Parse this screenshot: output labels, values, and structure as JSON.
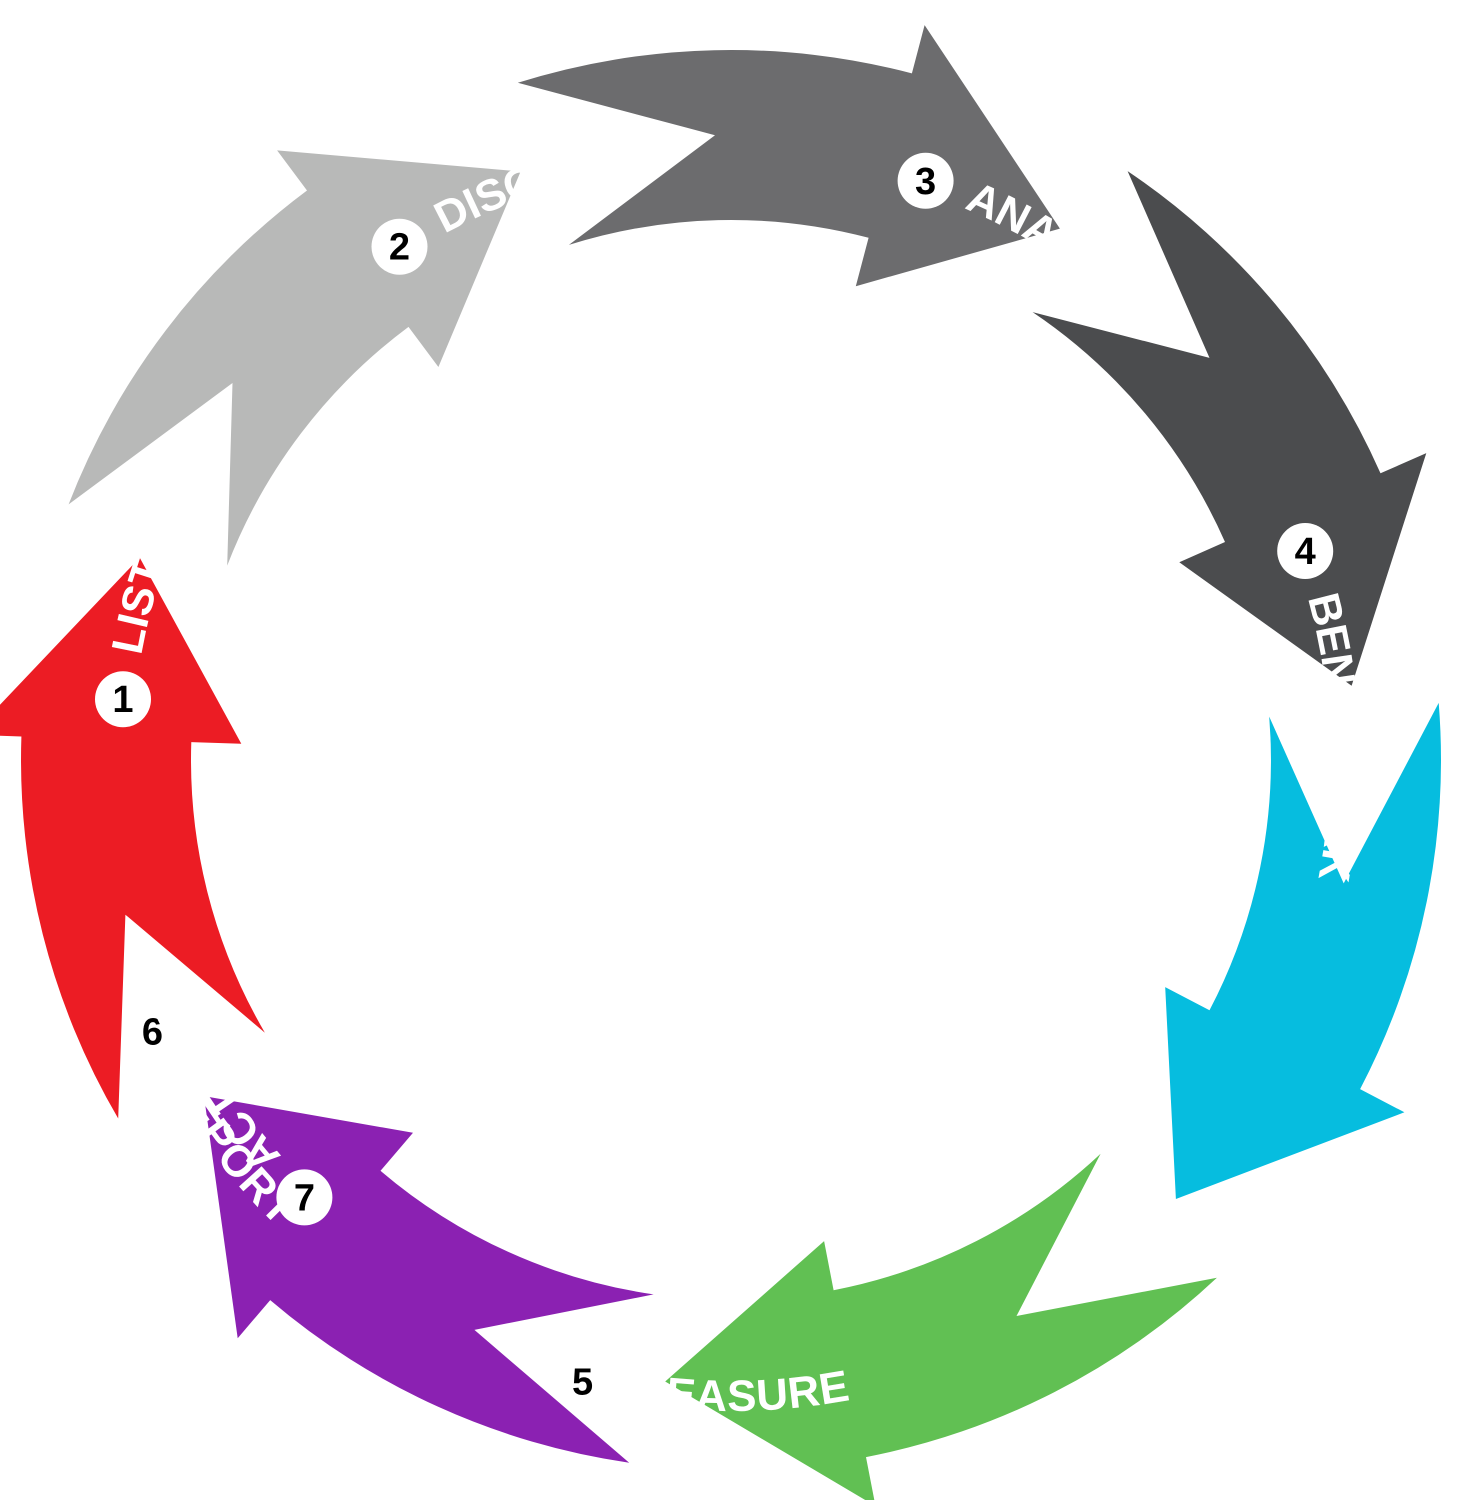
{
  "diagram": {
    "type": "cycle",
    "direction": "clockwise",
    "steps": [
      {
        "number": "1",
        "label": "LISTEN",
        "color": "#b8b9b8"
      },
      {
        "number": "2",
        "label": "DISCOVER",
        "color": "#6c6c6e"
      },
      {
        "number": "3",
        "label": "ANALYSE",
        "color": "#4b4c4e"
      },
      {
        "number": "4",
        "label": "BENCHMARK",
        "color": "#06bddf"
      },
      {
        "number": "5",
        "label": "MEASURE",
        "color": "#61c053"
      },
      {
        "number": "6",
        "label": "REPORT",
        "color": "#8b21b2"
      },
      {
        "number": "7",
        "label": "ACTIVATE",
        "color": "#ec1c24"
      }
    ],
    "label_text_color": "#ffffff",
    "number_badge_color": "#ffffff",
    "number_text_color": "#000000"
  }
}
